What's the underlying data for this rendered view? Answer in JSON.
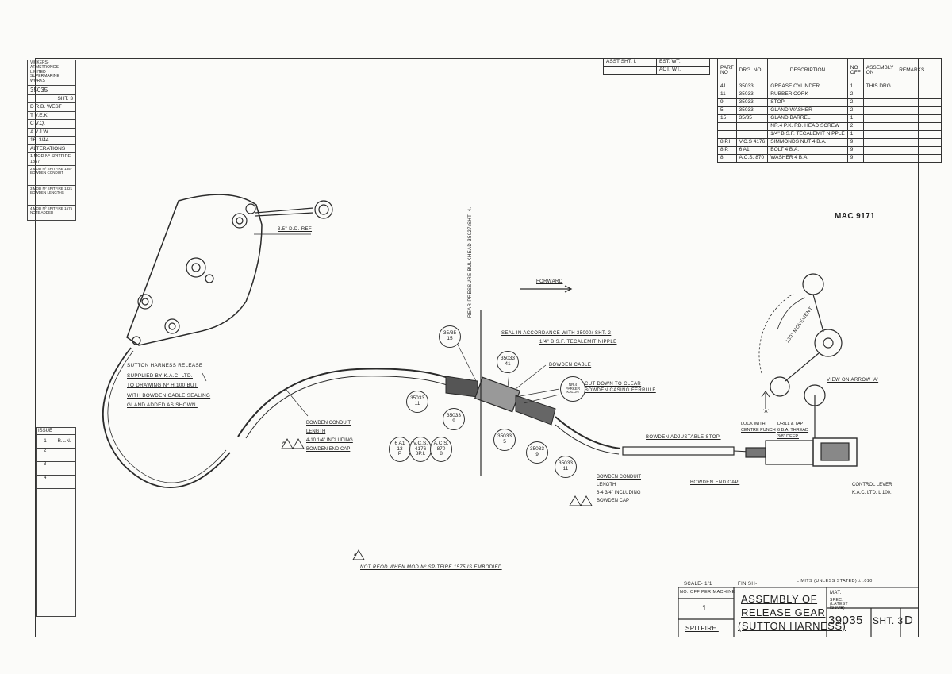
{
  "parts_header": {
    "asst_sht": "ASST SHT. I.",
    "est_wt": "EST. WT.",
    "act_wt": "ACT. WT.",
    "part_no": "PART No",
    "drg_no": "DRG. No.",
    "description": "DESCRIPTION",
    "no_off": "No OFF",
    "assembly_on": "ASSEMBLY ON",
    "remarks": "REMARKS"
  },
  "parts": [
    {
      "part": "41",
      "drg": "35033",
      "desc": "GREASE CYLINDER",
      "off": "1",
      "on": "THIS DRG"
    },
    {
      "part": "11",
      "drg": "35033",
      "desc": "RUBBER CORK",
      "off": "2",
      "on": ""
    },
    {
      "part": "9",
      "drg": "35033",
      "desc": "STOP",
      "off": "2",
      "on": ""
    },
    {
      "part": "5",
      "drg": "35033",
      "desc": "GLAND WASHER",
      "off": "2",
      "on": ""
    },
    {
      "part": "15",
      "drg": "35/35",
      "desc": "GLAND BARREL",
      "off": "1",
      "on": ""
    },
    {
      "part": "",
      "drg": "",
      "desc": "NR.4 P.K. RD. HEAD SCREW",
      "off": "2",
      "on": ""
    },
    {
      "part": "",
      "drg": "",
      "desc": "1/4\" B.S.F. TECALEMIT NIPPLE",
      "off": "1",
      "on": ""
    },
    {
      "part": "8.P.I.",
      "drg": "V.C.S 4176",
      "desc": "SIMMONDS NUT 4 B.A.",
      "off": "9",
      "on": ""
    },
    {
      "part": "8.P.",
      "drg": "6 A1",
      "desc": "BOLT 4 B.A.",
      "off": "9",
      "on": ""
    },
    {
      "part": "8.",
      "drg": "A.C.S. 870",
      "desc": "WASHER 4 B.A.",
      "off": "9",
      "on": ""
    }
  ],
  "side_block": {
    "company": "VICKERS-ARMSTRONGS LIMITED SUPERMARINE WORKS",
    "drg_no": "35035",
    "sheet": "SHT. 3",
    "d": "D  R.B. WEST",
    "t": "T  V.E.K.",
    "c": "C  V.Q.",
    "a": "A  V.J.W.",
    "date": "16. 3/44",
    "alterations": "ALTERATIONS",
    "alt1": "1 MOD Nº SPITFIRE 1357",
    "alt2": "2 MOD Nº SPITFIRE 1357 BOWDEN CONDUIT",
    "alt3": "3 MOD Nº SPITFIRE 1321 BOWDEN LENGTHS",
    "alt4": "4 MOD Nº SPITFIRE 1575 NOTE ADDED",
    "issue_header": "ISSUE",
    "rln": "R.L.N.",
    "issues": [
      "1",
      "2",
      "3",
      "4"
    ]
  },
  "annotations": {
    "mac": "MAC 9171",
    "dim_35": "3.5\" D.D. Ref",
    "bulkhead": "REAR PRESSURE BULKHEAD 35027/SHT. 4.",
    "forward": "FORWARD",
    "seal": "SEAL IN ACCORDANCE WITH 35000/ SHT. 2",
    "tecalemit": "1/4\" B.S.F. TECALEMIT NIPPLE",
    "bowden_cable": "BOWDEN CABLE",
    "nr4": "NR.4 PARKER KALON",
    "cut_down": "CUT DOWN TO CLEAR BOWDEN CASING FERRULE",
    "sutton": [
      "SUTTON HARNESS RELEASE",
      "SUPPLIED BY K.A.C. LTD.",
      "TO DRAWING Nº H.100 BUT",
      "WITH BOWDEN CABLE SEALING",
      "GLAND ADDED AS SHOWN."
    ],
    "conduit_left": [
      "BOWDEN CONDUIT",
      "LENGTH"
    ],
    "conduit_left_len": "4-10 1/4\" INCLUDING",
    "end_cap_left": "BOWDEN END CAP",
    "conduit_right": [
      "BOWDEN CONDUIT",
      "LENGTH"
    ],
    "conduit_right_len": "6-4 3/4\" INCLUDING",
    "end_cap_right": "BOWDEN CAP",
    "adj_stop": "BOWDEN ADJUSTABLE STOP.",
    "bowden_end_cap": "BOWDEN END CAP.",
    "lock": [
      "LOCK WITH",
      "CENTRE PUNCH"
    ],
    "drill": [
      "DRILL & TAP",
      "6 B.A. THREAD",
      "3/8\" DEEP."
    ],
    "control_lever": [
      "CONTROL LEVER",
      "K.A.C. LTD. L 100."
    ],
    "view_arrow": "VIEW ON ARROW 'A'",
    "arrow_a": "'A'",
    "movement": "130° MOVEMENT",
    "footnote": "NOT REQD WHEN MOD Nº SPITFIRE 1575 IS EMBODIED",
    "tri_a": "A"
  },
  "balloons": {
    "b1": [
      "35/35",
      "15"
    ],
    "b2": [
      "35033",
      "41"
    ],
    "b3": [
      "35033",
      "11"
    ],
    "b4": [
      "35033",
      "9"
    ],
    "b5": [
      "35033",
      "5"
    ],
    "b6": [
      "35033",
      "9"
    ],
    "b7": [
      "35033",
      "11"
    ],
    "b8": [
      "6 A1",
      "13",
      "P"
    ],
    "b9": [
      "V.C.S.",
      "4176",
      "8P.I."
    ],
    "b10": [
      "A.C.S.",
      "870",
      "8"
    ]
  },
  "title_block": {
    "scale": "SCALE- 1/1",
    "finish": "FINISH-",
    "limits": "LIMITS (UNLESS STATED) ± .010",
    "no_off_per_machine": "NO. OFF PER MACHINE",
    "qty": "1",
    "machine": "SPITFIRE.",
    "title": [
      "ASSEMBLY OF",
      "RELEASE GEAR",
      "(SUTTON HARNESS)"
    ],
    "mat": "MAT.",
    "spec": "SPEC. (LATEST ISSUE)",
    "drawing_no": "39035",
    "sheet": "SHT. 3",
    "size": "D"
  }
}
